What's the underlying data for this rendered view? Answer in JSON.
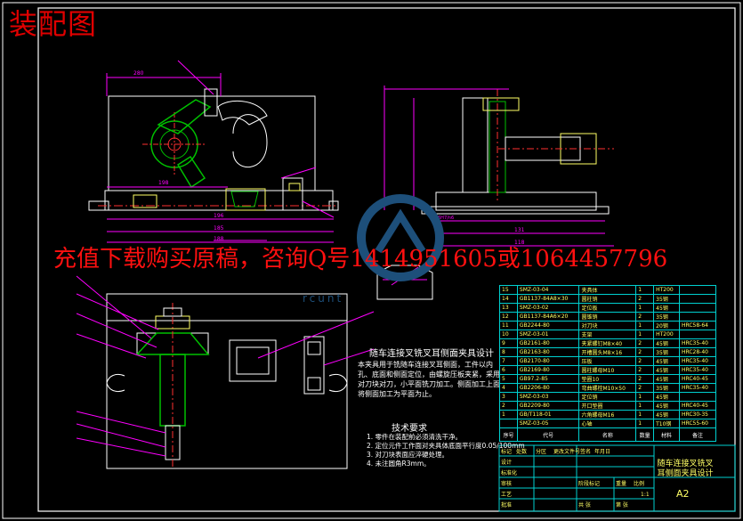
{
  "title": "装配图",
  "watermark": "充值下载购买原稿，咨询Q号1414951605或1064457796",
  "watermark_url": "rcunt",
  "design_note": {
    "title": "随车连接叉铣叉耳侧面夹具设计",
    "body": "本夹具用于铣随车连接叉耳侧面，工件以内孔、底面和侧面定位，由螺旋压板夹紧，采用对刀块对刀，小平面铣刀加工。侧面加工上面将侧面加工为平面为止。"
  },
  "tech_requirements": {
    "title": "技术要求",
    "items": [
      "1. 零件在装配前必须清洗干净。",
      "2. 定位元件工作面对夹具体底面平行度0.05/100mm",
      "3. 对刀块表面应淬硬处理。",
      "4. 未注圆角R3mm。"
    ]
  },
  "bom": {
    "headers": [
      "序号",
      "代号",
      "名称",
      "数量",
      "材料",
      "备注"
    ],
    "rows": [
      [
        "15",
        "SMZ-03-04",
        "夹具体",
        "1",
        "HT200",
        ""
      ],
      [
        "14",
        "GB1137-84A8×30",
        "圆柱销",
        "2",
        "35钢",
        ""
      ],
      [
        "13",
        "SMZ-03-02",
        "定位板",
        "1",
        "45钢",
        ""
      ],
      [
        "12",
        "GB1137-84A6×20",
        "圆锥销",
        "2",
        "35钢",
        ""
      ],
      [
        "11",
        "GB2244-80",
        "对刀块",
        "1",
        "20钢",
        "HRC58-64"
      ],
      [
        "10",
        "SMZ-03-01",
        "支架",
        "1",
        "HT200",
        ""
      ],
      [
        "9",
        "GB2161-80",
        "夹紧螺钉M8×40",
        "2",
        "45钢",
        "HRC35-40"
      ],
      [
        "8",
        "GB2163-80",
        "开槽圆头M8×16",
        "2",
        "35钢",
        "HRC28-40"
      ],
      [
        "7",
        "GB2170-80",
        "压板",
        "2",
        "45钢",
        "HRC35-40"
      ],
      [
        "6",
        "GB2169-80",
        "圆柱螺母M10",
        "2",
        "45钢",
        "HRC35-40"
      ],
      [
        "5",
        "GB97.2-85",
        "垫圈10",
        "2",
        "45钢",
        "HRC40-45"
      ],
      [
        "4",
        "GB2206-80",
        "弯曲螺栓M10×50",
        "2",
        "35钢",
        "HRC35-40"
      ],
      [
        "3",
        "SMZ-03-03",
        "定位销",
        "1",
        "45钢",
        ""
      ],
      [
        "2",
        "GB2209-80",
        "开口垫圈",
        "1",
        "45钢",
        "HRC40-45"
      ],
      [
        "1",
        "GB/T118-01",
        "六角螺母M16",
        "1",
        "45钢",
        "HRC30-35"
      ],
      [
        "",
        "SMZ-03-05",
        "心轴",
        "1",
        "T10钢",
        "HRC55-60"
      ]
    ]
  },
  "title_block": {
    "title": "随车连接叉铣叉耳侧面夹具设计",
    "size": "A2",
    "scale": "1:1",
    "labels": [
      "标记",
      "处数",
      "分区",
      "更改文件号",
      "签名",
      "年月日",
      "设计",
      "标准化",
      "审核",
      "工艺",
      "批准",
      "阶段标记",
      "重量",
      "比例",
      "共 张",
      "第 张"
    ]
  },
  "dimensions": [
    "280",
    "198",
    "196",
    "185",
    "188",
    "131",
    "118",
    "6H7/n6"
  ],
  "colors": {
    "background": "#000000",
    "outline": "#ffffff",
    "dimension": "#ff00ff",
    "centerline": "#ff3030",
    "part_green": "#00c000",
    "part_yellow": "#ffff66",
    "table_line": "#00d0d0",
    "title_red": "#e00000"
  }
}
